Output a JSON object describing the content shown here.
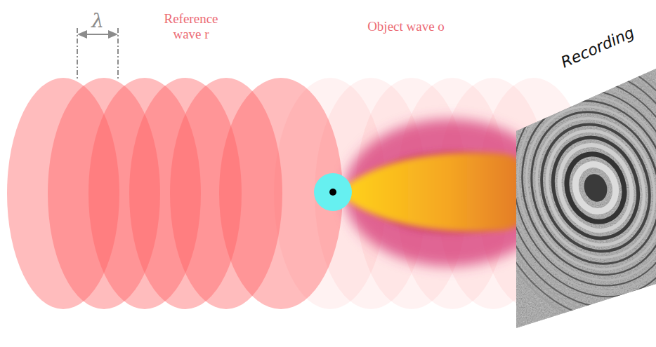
{
  "diagram": {
    "labels": [
      "λ",
      "Reference wave r",
      "Object wave o",
      "Recording"
    ]
  }
}
